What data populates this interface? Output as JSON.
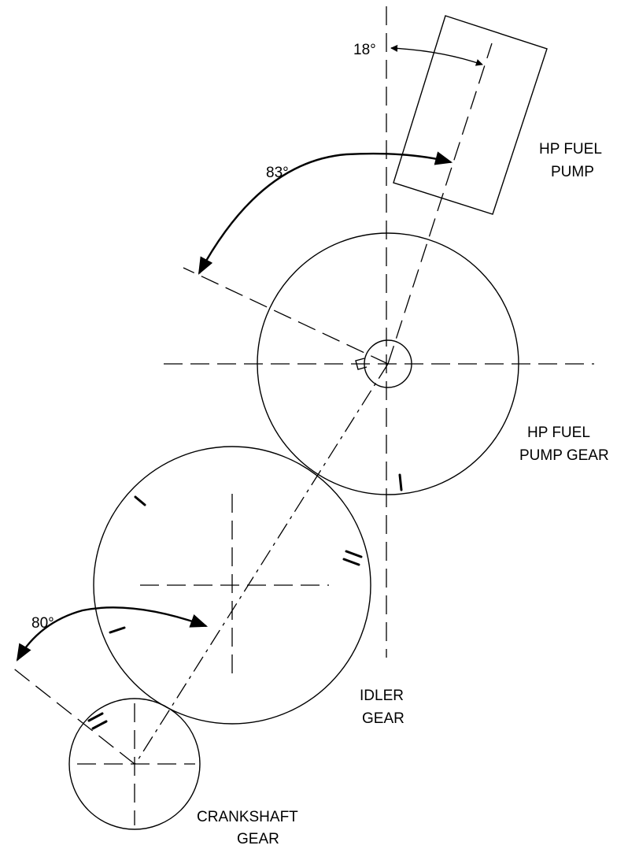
{
  "labels": {
    "angle_pump": "18°",
    "angle_gear": "83°",
    "angle_crank": "80°",
    "hp_fuel_pump": [
      "HP FUEL",
      "PUMP"
    ],
    "hp_fuel_pump_gear": [
      "HP FUEL",
      "PUMP GEAR"
    ],
    "idler_gear": [
      "IDLER",
      "GEAR"
    ],
    "crankshaft_gear": [
      "CRANKSHAFT",
      "GEAR"
    ]
  },
  "angles": {
    "pump_offset_deg": 18,
    "gear_timing_deg": 83,
    "crank_timing_deg": 80
  },
  "colors": {
    "line": "#000000",
    "background": "#ffffff"
  }
}
